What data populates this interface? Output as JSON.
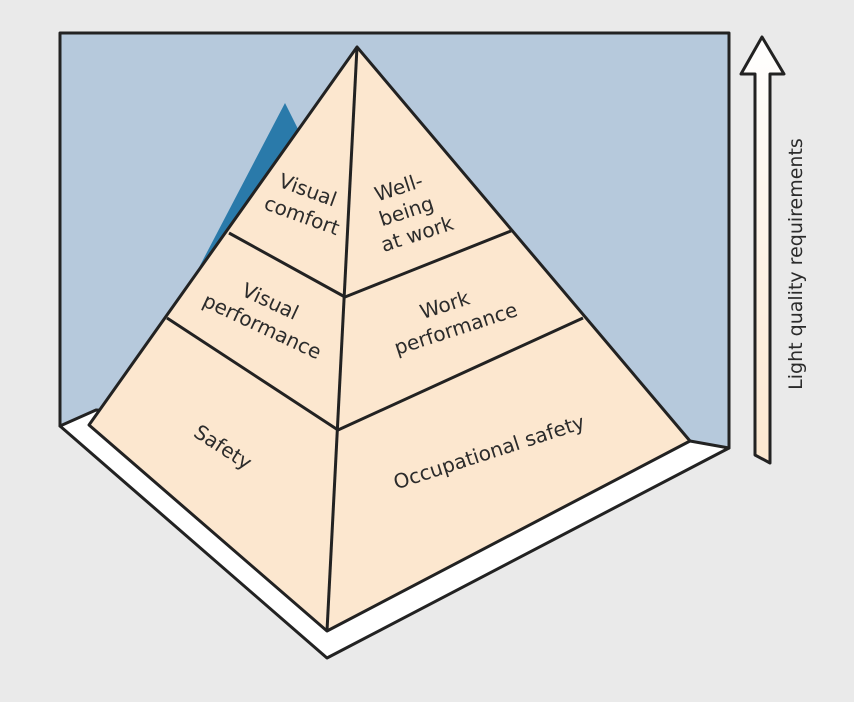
{
  "colors": {
    "background": "#eaeaea",
    "backdrop": "#b6c9dc",
    "shadow": "#2a7aaa",
    "pyramid_fill": "#fce7cf",
    "base_fill": "#ffffff",
    "outline": "#222222"
  },
  "pyramid": {
    "left_face": {
      "top": [
        "Visual",
        "comfort"
      ],
      "middle": [
        "Visual",
        "performance"
      ],
      "bottom": [
        "Safety"
      ]
    },
    "right_face": {
      "top": [
        "Well-",
        "being",
        "at work"
      ],
      "middle": [
        "Work",
        "performance"
      ],
      "bottom": [
        "Occupational safety"
      ]
    }
  },
  "arrow": {
    "label": "Light quality requirements",
    "direction": "up"
  }
}
